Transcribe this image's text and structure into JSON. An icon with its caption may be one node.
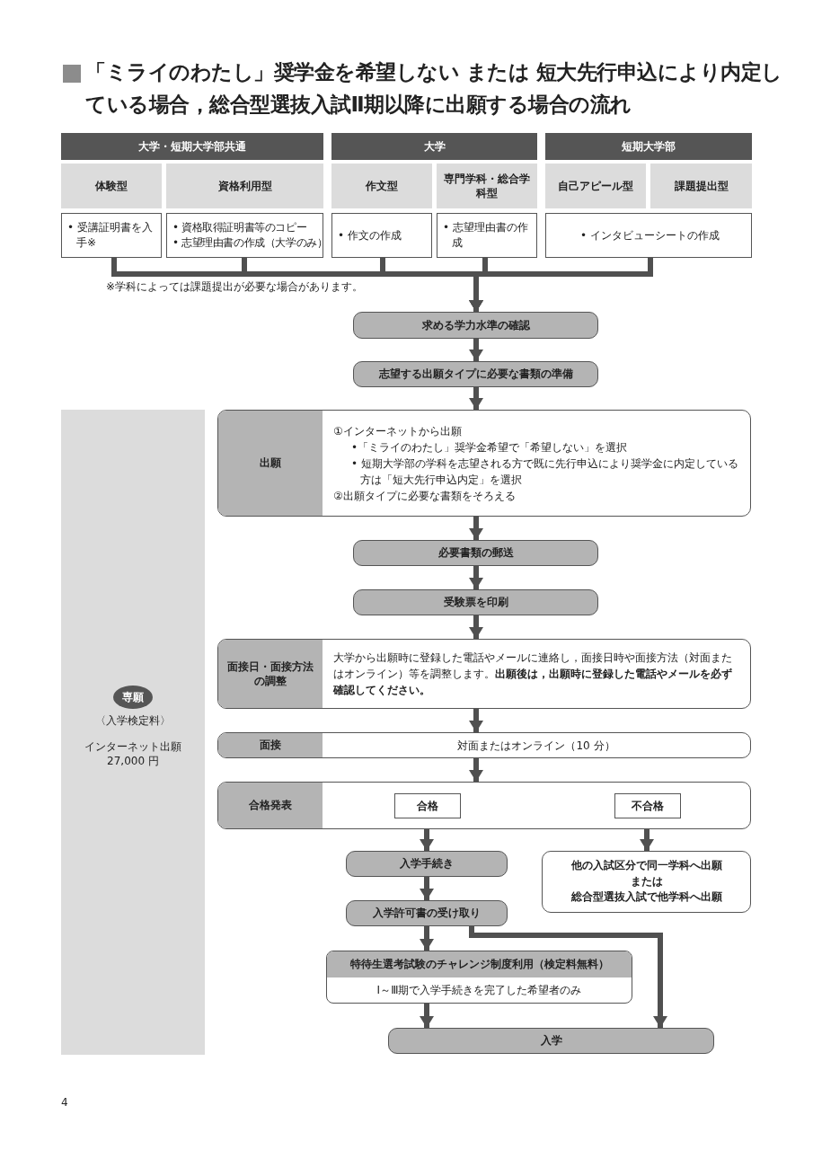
{
  "diagram": {
    "title": "「ミライのわたし」奨学金を希望しない または 短大先行申込により内定している場合，総合型選抜入試Ⅱ期以降に出願する場合の流れ",
    "nodes": [
      {
        "text": [
          "大学・短期大学部共通"
        ]
      },
      {
        "text": [
          "大学"
        ]
      },
      {
        "text": [
          "短期大学部"
        ]
      },
      {
        "text": [
          "体験型"
        ]
      },
      {
        "text": [
          "資格利用型"
        ]
      },
      {
        "text": [
          "作文型"
        ]
      },
      {
        "text": [
          "専門学科・総合学科型"
        ]
      },
      {
        "text": [
          "自己アピール型"
        ]
      },
      {
        "text": [
          "課題提出型"
        ]
      },
      {
        "text": [
          "• 受講証明書を入手※"
        ]
      },
      {
        "text": [
          "• 資格取得証明書等のコピー",
          "• 志望理由書の作成（大学のみ）"
        ]
      },
      {
        "text": [
          "• 作文の作成"
        ]
      },
      {
        "text": [
          "• 志望理由書の作成"
        ]
      },
      {
        "text": [
          "• インタビューシートの作成"
        ]
      },
      {
        "text": [
          "求める学力水準の確認"
        ]
      },
      {
        "text": [
          "志望する出願タイプに必要な書類の準備"
        ]
      },
      {
        "text": [
          "〈入学検定料〉",
          "インターネット出願 27,000 円"
        ]
      },
      {
        "text": [
          "専願"
        ],
        "in": 16
      },
      {
        "text": [
          "出願",
          "①インターネットから出願",
          "•「ミライのわたし」奨学金希望で「希望しない」を選択",
          "• 短期大学部の学科を志望される方で既に先行申込により奨学金に内定している方は「短大先行申込内定」を選択",
          "②出願タイプに必要な書類をそろえる"
        ]
      },
      {
        "text": [
          "必要書類の郵送"
        ]
      },
      {
        "text": [
          "受験票を印刷"
        ]
      },
      {
        "text": [
          "面接日・面接方法の調整",
          "大学から出願時に登録した電話やメールに連絡し，面接日時や面接方法（対面またはオンライン）等を調整します。**出願後は，出願時に登録した電話やメールを必ず確認してください。**"
        ]
      },
      {
        "text": [
          "面接",
          "対面またはオンライン（10 分）"
        ]
      },
      {
        "text": [
          "合格発表"
        ]
      },
      {
        "text": [
          "合格"
        ],
        "in": 23
      },
      {
        "text": [
          "不合格"
        ],
        "in": 23
      },
      {
        "text": [
          "入学手続き"
        ]
      },
      {
        "text": [
          "他の入試区分で同一学科へ出願",
          "または",
          "総合型選抜入試で他学科へ出願"
        ]
      },
      {
        "text": [
          "入学許可書の受け取り"
        ]
      },
      {
        "text": [
          "特待生選考試験のチャレンジ制度利用（検定料無料）",
          "Ⅰ～Ⅲ期で入学手続きを完了した希望者のみ"
        ]
      },
      {
        "text": [
          "入学"
        ]
      }
    ],
    "edges": [
      {
        "from": 9,
        "to": 14,
        "arrow": "to"
      },
      {
        "from": 10,
        "to": 14,
        "arrow": "to"
      },
      {
        "from": 11,
        "to": 14,
        "arrow": "to"
      },
      {
        "from": 12,
        "to": 14,
        "arrow": "to"
      },
      {
        "from": 13,
        "to": 14,
        "arrow": "to"
      },
      {
        "from": 14,
        "to": 15,
        "arrow": "to"
      },
      {
        "from": 15,
        "to": 18,
        "arrow": "to"
      },
      {
        "from": 18,
        "to": 19,
        "arrow": "to"
      },
      {
        "from": 19,
        "to": 20,
        "arrow": "to"
      },
      {
        "from": 20,
        "to": 21,
        "arrow": "to"
      },
      {
        "from": 21,
        "to": 22,
        "arrow": "to"
      },
      {
        "from": 22,
        "to": 23,
        "arrow": "to"
      },
      {
        "from": 24,
        "to": 26,
        "arrow": "to"
      },
      {
        "from": 25,
        "to": 27,
        "arrow": "to"
      },
      {
        "from": 26,
        "to": 28,
        "arrow": "to"
      },
      {
        "from": 28,
        "to": 29,
        "arrow": "to"
      },
      {
        "from": 28,
        "to": 30,
        "arrow": "to"
      },
      {
        "from": 29,
        "to": 30,
        "arrow": "to"
      }
    ],
    "labels": [
      "※学科によっては課題提出が必要な場合があります。",
      "4"
    ]
  }
}
